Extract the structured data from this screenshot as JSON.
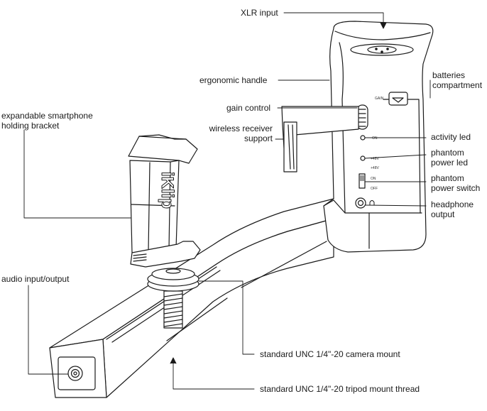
{
  "labels": {
    "xlr_input": "XLR input",
    "ergonomic_handle": "ergonomic handle",
    "batteries_line1": "batteries",
    "batteries_line2": "compartment",
    "gain_control": "gain control",
    "wireless_line1": "wireless receiver",
    "wireless_line2": "support",
    "bracket_line1": "expandable smartphone",
    "bracket_line2": "holding bracket",
    "activity_led": "activity led",
    "phantom_led_line1": "phantom",
    "phantom_led_line2": "power led",
    "phantom_switch_line1": "phantom",
    "phantom_switch_line2": "power switch",
    "headphone_line1": "headphone",
    "headphone_line2": "output",
    "audio_io": "audio input/output",
    "camera_mount": "standard UNC 1/4\"-20 camera mount",
    "tripod_mount": "standard UNC 1/4\"-20 tripod mount thread"
  },
  "device_marks": {
    "brand": "iKlip",
    "gain": "GAIN",
    "on": "ON",
    "plus48v": "+48V",
    "switch_on": "ON",
    "switch_off": "OFF"
  }
}
